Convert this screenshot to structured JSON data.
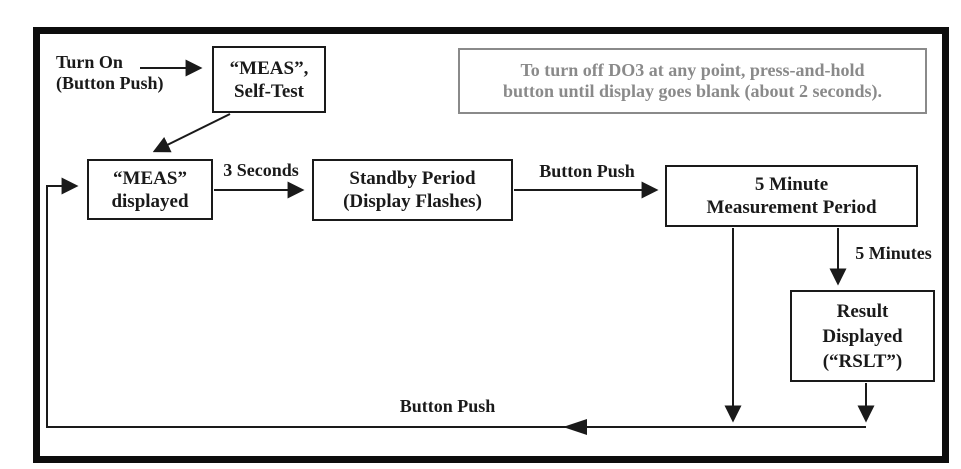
{
  "diagram": {
    "turn_on": {
      "line1": "Turn On",
      "line2": "(Button Push)"
    },
    "note": {
      "line1": "To turn off DO3 at any point, press-and-hold",
      "line2": "button until display goes blank (about 2 seconds)."
    },
    "boxes": {
      "meas_self_test": {
        "line1": "“MEAS”,",
        "line2": "Self-Test"
      },
      "meas_displayed": {
        "line1": "“MEAS”",
        "line2": "displayed"
      },
      "standby": {
        "line1": "Standby Period",
        "line2": "(Display Flashes)"
      },
      "measurement": {
        "line1": "5 Minute",
        "line2": "Measurement Period"
      },
      "result": {
        "line1": "Result",
        "line2": "Displayed",
        "line3": "(“RSLT”)"
      }
    },
    "labels": {
      "three_seconds": "3 Seconds",
      "button_push_top": "Button Push",
      "five_minutes": "5 Minutes",
      "button_push_bottom": "Button Push"
    },
    "colors": {
      "ink": "#1a1a1a",
      "note_gray": "#8a8a8a"
    }
  }
}
